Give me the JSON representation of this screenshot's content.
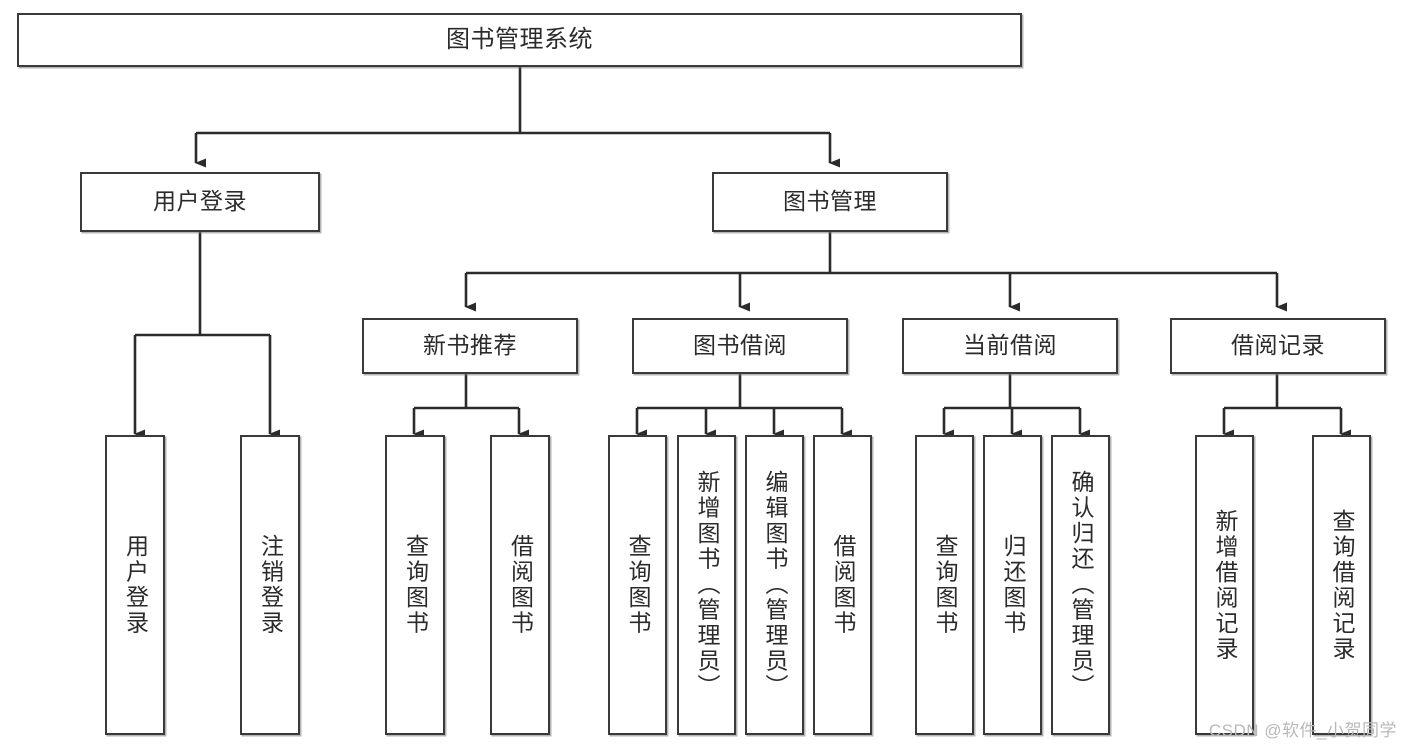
{
  "diagram": {
    "type": "tree-hierarchy",
    "title": "图书管理系统",
    "orientation": "top-down",
    "colors": {
      "box_border": "#3a3a3a",
      "box_fill": "#ffffff",
      "connector": "#2b2b2b",
      "text": "#2b2b2b",
      "watermark": "#b9b9b9",
      "background": "#ffffff"
    },
    "nodes": {
      "root": {
        "label": "图书管理系统"
      },
      "level2": [
        {
          "id": "user-login",
          "label": "用户登录"
        },
        {
          "id": "book-manage",
          "label": "图书管理"
        }
      ],
      "level3": [
        {
          "id": "new-book-recommend",
          "label": "新书推荐"
        },
        {
          "id": "book-borrow",
          "label": "图书借阅"
        },
        {
          "id": "current-borrow",
          "label": "当前借阅"
        },
        {
          "id": "borrow-record",
          "label": "借阅记录"
        }
      ],
      "leaves": {
        "user-login": [
          {
            "id": "leaf-user-login",
            "label": "用户登录"
          },
          {
            "id": "leaf-logout-login",
            "label": "注销登录"
          }
        ],
        "new-book-recommend": [
          {
            "id": "leaf-query-book-1",
            "label": "查询图书"
          },
          {
            "id": "leaf-borrow-book-1",
            "label": "借阅图书"
          }
        ],
        "book-borrow": [
          {
            "id": "leaf-query-book-2",
            "label": "查询图书"
          },
          {
            "id": "leaf-add-book-admin",
            "label": "新增图书（管理员）"
          },
          {
            "id": "leaf-edit-book-admin",
            "label": "编辑图书（管理员）"
          },
          {
            "id": "leaf-borrow-book-2",
            "label": "借阅图书"
          }
        ],
        "current-borrow": [
          {
            "id": "leaf-query-book-3",
            "label": "查询图书"
          },
          {
            "id": "leaf-return-book",
            "label": "归还图书"
          },
          {
            "id": "leaf-confirm-return-admin",
            "label": "确认归还（管理员）"
          }
        ],
        "borrow-record": [
          {
            "id": "leaf-add-borrow-record",
            "label": "新增借阅记录"
          },
          {
            "id": "leaf-query-borrow-record",
            "label": "查询借阅记录"
          }
        ]
      }
    },
    "watermark": "CSDN @软件_小贺同学"
  }
}
